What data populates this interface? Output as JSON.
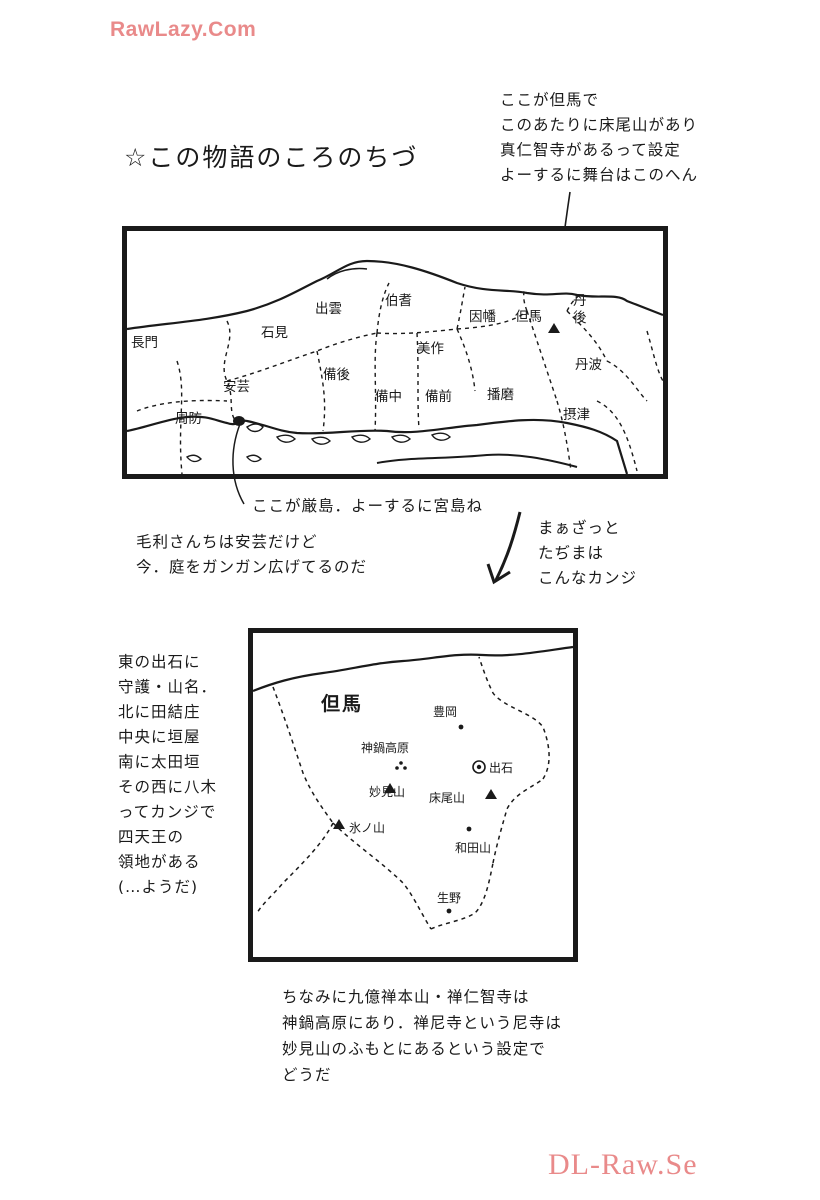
{
  "watermarks": {
    "top": "RawLazy.Com",
    "bottom": "DL-Raw.Se"
  },
  "title": "☆この物語のころのちづ",
  "notes": {
    "tajima_callout": "ここが但馬で\nこのあたりに床尾山があり\n真仁智寺があるって設定\nよーするに舞台はこのへん",
    "itsukushima": "ここが厳島．よーするに宮島ね",
    "mori": "毛利さんちは安芸だけど\n今．庭をガンガン広げてるのだ",
    "zoom": "まぁざっと\nたぢまは\nこんなカンジ",
    "left_side": "東の出石に\n守護・山名．\n北に田結庄\n中央に垣屋\n南に太田垣\nその西に八木\nってカンジで\n四天王の\n領地がある\n(…ようだ)",
    "footer": "ちなみに九億禅本山・禅仁智寺は\n神鍋高原にあり．禅尼寺という尼寺は\n妙見山のふもとにあるという設定で\nどうだ"
  },
  "map_main": {
    "provinces": [
      "長門",
      "石見",
      "出雲",
      "伯耆",
      "因幡",
      "但馬",
      "丹後",
      "美作",
      "安芸",
      "備後",
      "備中",
      "備前",
      "播磨",
      "丹波",
      "摂津",
      "周防"
    ]
  },
  "map_tajima": {
    "region": "但馬",
    "places": [
      "豊岡",
      "神鍋高原",
      "出石",
      "妙見山",
      "床尾山",
      "氷ノ山",
      "和田山",
      "生野"
    ]
  },
  "colors": {
    "watermark": "#e98a8a",
    "ink": "#1a1a1a"
  }
}
